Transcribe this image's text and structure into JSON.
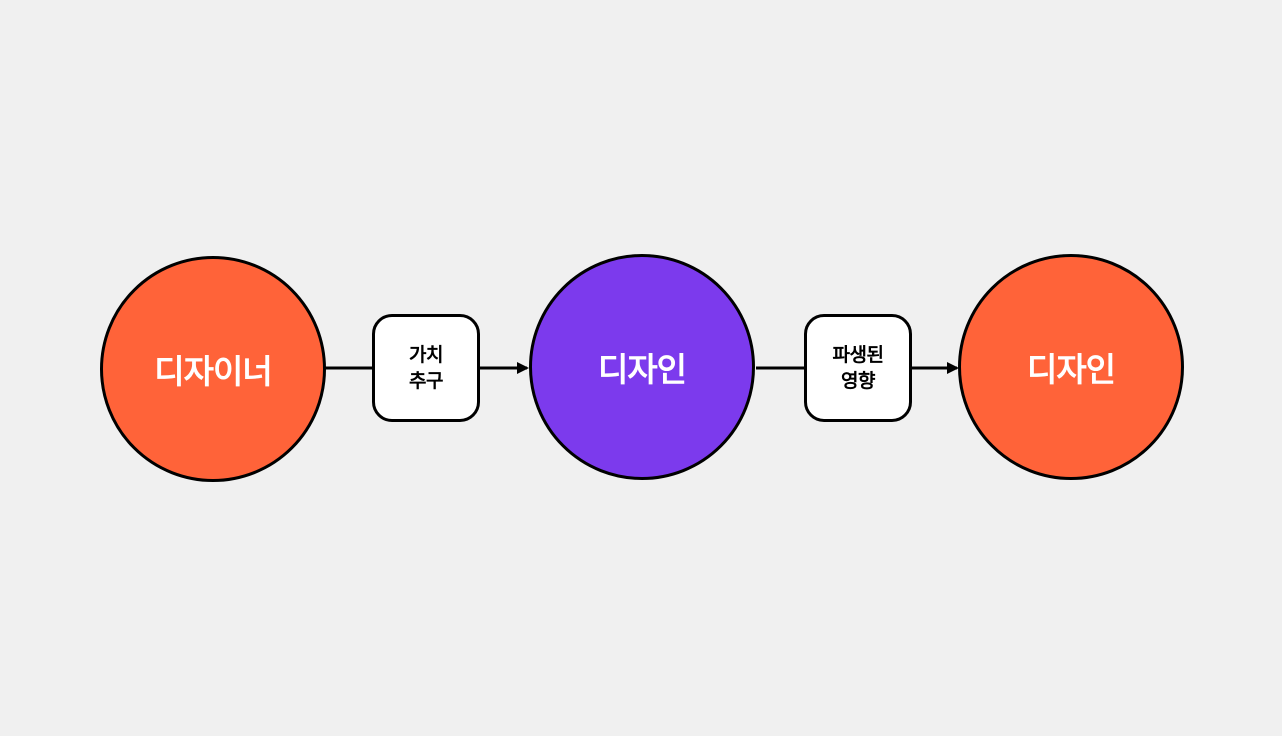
{
  "diagram": {
    "nodes": [
      {
        "id": "designer",
        "label": "디자이너",
        "color": "#ff6339"
      },
      {
        "id": "design-center",
        "label": "디자인",
        "color": "#7c3aed"
      },
      {
        "id": "design-right",
        "label": "디자인",
        "color": "#ff6339"
      }
    ],
    "edges": [
      {
        "from": "designer",
        "to": "design-center",
        "label_lines": [
          "가치",
          "추구"
        ]
      },
      {
        "from": "design-center",
        "to": "design-right",
        "label_lines": [
          "파생된",
          "영향"
        ]
      }
    ]
  }
}
